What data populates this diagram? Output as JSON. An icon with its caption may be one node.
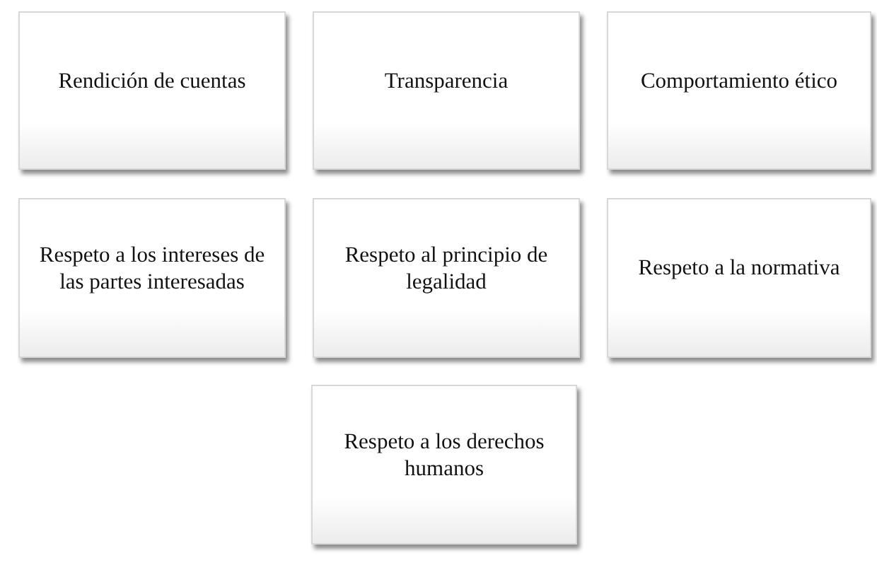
{
  "diagram": {
    "nodes": [
      {
        "text": [
          "Rendición de cuentas"
        ]
      },
      {
        "text": [
          "Transparencia"
        ]
      },
      {
        "text": [
          "Comportamiento ético"
        ]
      },
      {
        "text": [
          "Respeto a los intereses de las partes interesadas"
        ]
      },
      {
        "text": [
          "Respeto al principio de legalidad"
        ]
      },
      {
        "text": [
          "Respeto a la normativa"
        ]
      },
      {
        "text": [
          "Respeto a los derechos humanos"
        ]
      }
    ]
  }
}
